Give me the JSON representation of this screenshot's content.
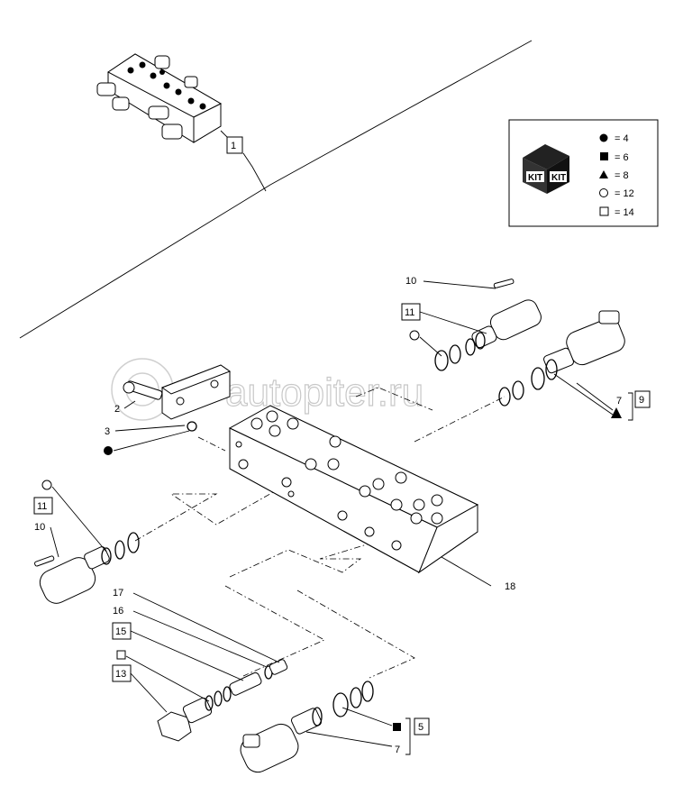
{
  "callouts": {
    "c1": "1",
    "c2": "2",
    "c3": "3",
    "c5": "5",
    "c7a": "7",
    "c7b": "7",
    "c9": "9",
    "c10a": "10",
    "c10b": "10",
    "c11a": "11",
    "c11b": "11",
    "c13": "13",
    "c15": "15",
    "c16": "16",
    "c17": "17",
    "c18": "18"
  },
  "legend": {
    "kit_word_left": "KIT",
    "kit_word_right": "KIT",
    "items": [
      {
        "symbol": "filled-circle",
        "text": "= 4"
      },
      {
        "symbol": "filled-square",
        "text": "= 6"
      },
      {
        "symbol": "filled-triangle",
        "text": "= 8"
      },
      {
        "symbol": "open-circle",
        "text": "= 12"
      },
      {
        "symbol": "open-square",
        "text": "= 14"
      }
    ]
  },
  "watermark": {
    "text": "autopiter.ru"
  }
}
